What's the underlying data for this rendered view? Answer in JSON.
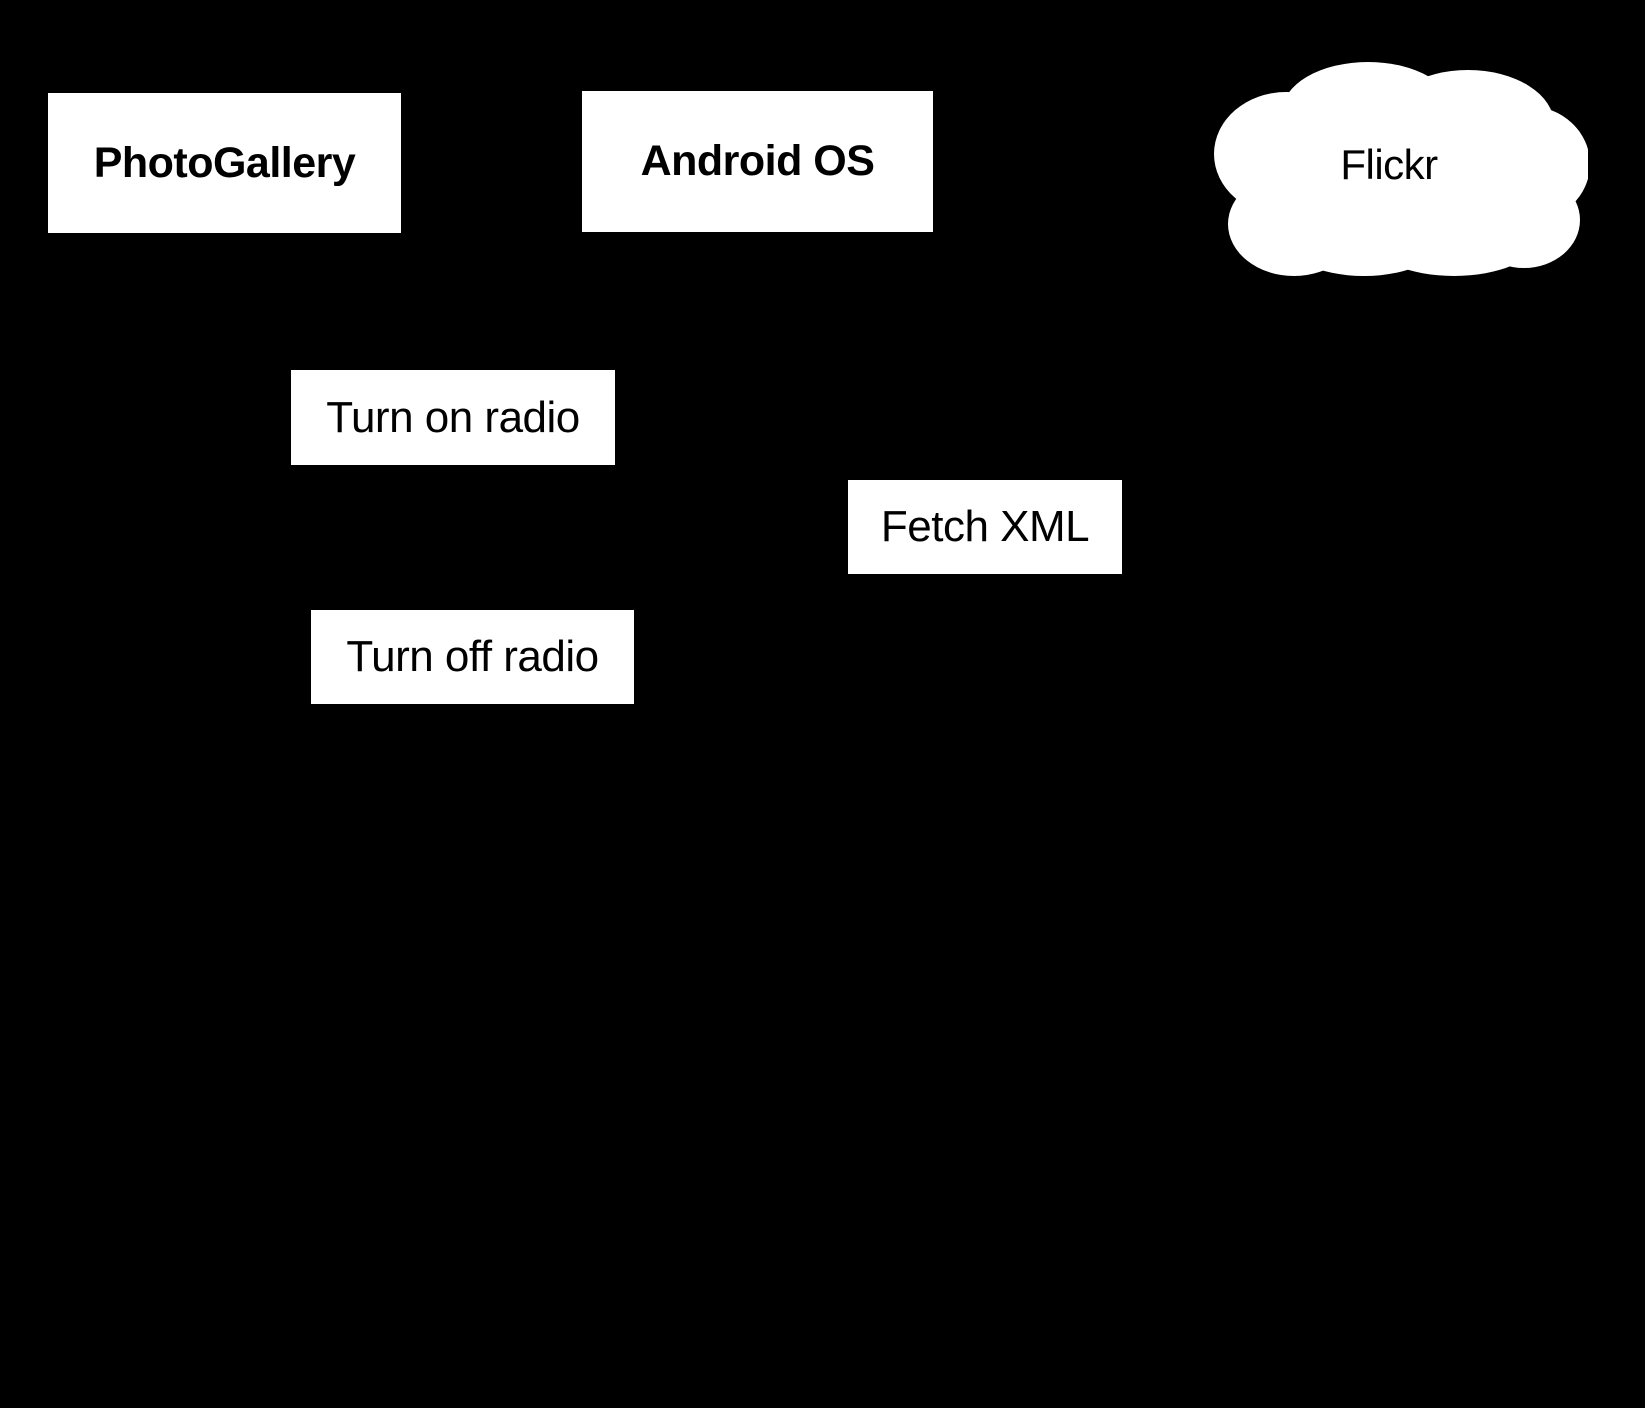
{
  "diagram": {
    "type": "sequence-diagram",
    "background_color": "#000000",
    "shape_fill_color": "#ffffff",
    "text_color": "#000000",
    "participants": [
      {
        "id": "photogallery",
        "label": "PhotoGallery",
        "shape": "rectangle"
      },
      {
        "id": "androidos",
        "label": "Android OS",
        "shape": "rectangle"
      },
      {
        "id": "flickr",
        "label": "Flickr",
        "shape": "cloud"
      }
    ],
    "messages": [
      {
        "id": "turn-on-radio",
        "label": "Turn on radio",
        "from": "photogallery",
        "to": "androidos",
        "direction": "right"
      },
      {
        "id": "fetch-xml",
        "label": "Fetch XML",
        "from": "androidos",
        "to": "flickr",
        "direction": "right"
      },
      {
        "id": "turn-off-radio",
        "label": "Turn off radio",
        "from": "photogallery",
        "to": "androidos",
        "direction": "right"
      }
    ]
  }
}
